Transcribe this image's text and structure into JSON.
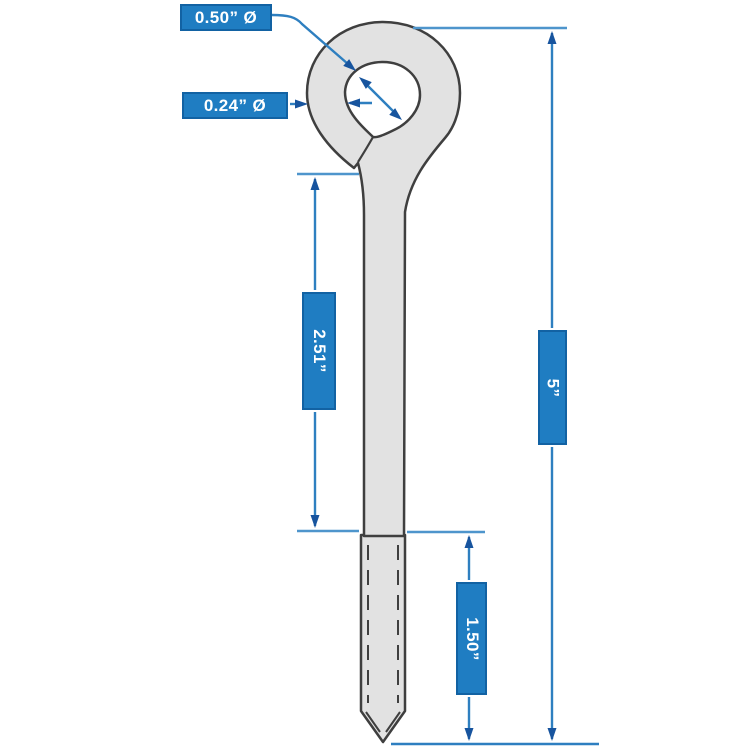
{
  "diagram": {
    "type": "eye-screw-dimension-diagram",
    "subject": "lag thread screw eye bolt",
    "labels": {
      "eye_diameter": "0.50” Ø",
      "wire_diameter": "0.24” Ø",
      "shank_length": "2.51”",
      "overall_length": "5”",
      "thread_length": "1.50”"
    },
    "measurements": {
      "eye_inner_diameter_in": 0.5,
      "wire_diameter_in": 0.24,
      "shank_length_in": 2.51,
      "overall_length_in": 5,
      "thread_length_in": 1.5
    },
    "colors": {
      "label_fill": "#1f7dc2",
      "label_border": "#1262a3",
      "label_text": "#ffffff",
      "dimension_line": "#2e7fc0",
      "extension_line": "#4e95cc",
      "arrowhead": "#17549e",
      "bolt_fill": "#e2e2e2",
      "bolt_outline": "#3f3f3f",
      "background": "#ffffff"
    }
  }
}
